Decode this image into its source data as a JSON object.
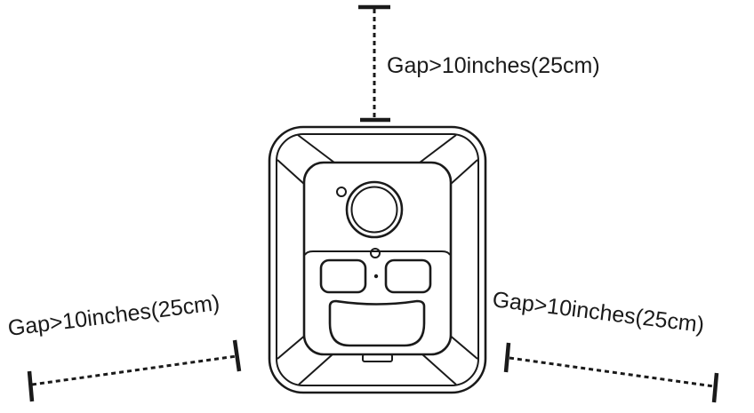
{
  "labels": {
    "top_gap": "Gap>10inches(25cm)",
    "left_gap": "Gap>10inches(25cm)",
    "right_gap": "Gap>10inches(25cm)"
  },
  "colors": {
    "line": "#1a1a1a",
    "background": "#ffffff"
  }
}
